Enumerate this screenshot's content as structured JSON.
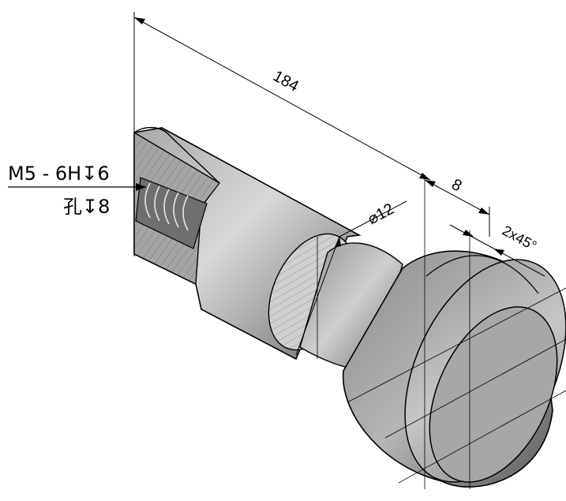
{
  "drawing": {
    "dimensions": {
      "overall_length": "184",
      "diameter": "⌀12",
      "step_length": "8",
      "chamfer": "2x45°"
    },
    "callouts": {
      "thread": "M5 - 6H↧6",
      "hole": "孔↧8"
    },
    "colors": {
      "line": "#000000",
      "body_light": "#bfbfbf",
      "body_dark": "#6e6e6e",
      "background": "#ffffff"
    }
  }
}
